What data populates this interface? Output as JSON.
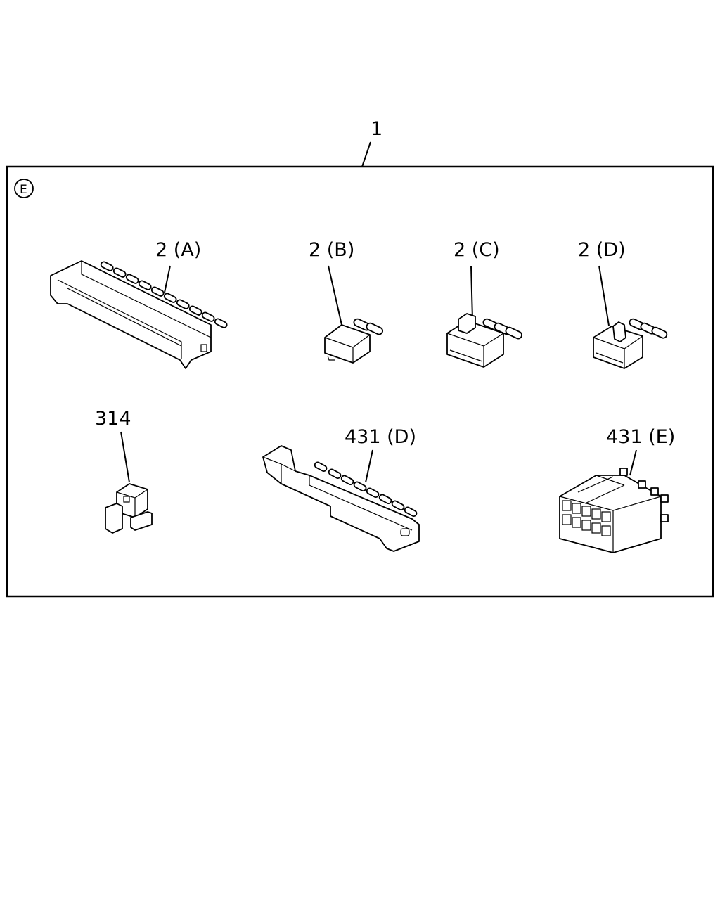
{
  "diagram": {
    "assembly_label": "1",
    "view_marker": "E",
    "callouts": {
      "part_2a": "2 (A)",
      "part_2b": "2 (B)",
      "part_2c": "2 (C)",
      "part_2d": "2 (D)",
      "part_314": "314",
      "part_431d": "431 (D)",
      "part_431e": "431 (E)"
    }
  }
}
